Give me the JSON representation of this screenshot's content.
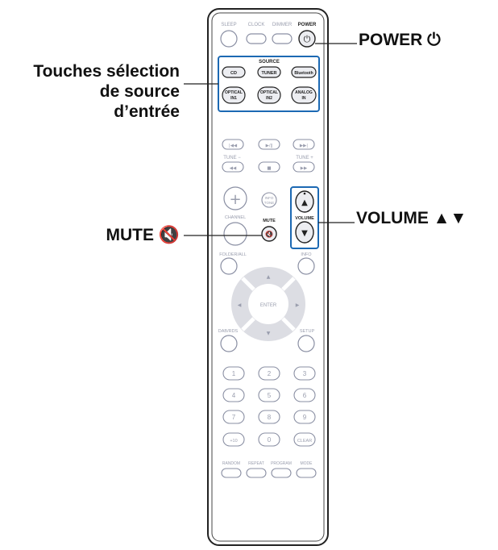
{
  "callouts": {
    "source_line1": "Touches sélection",
    "source_line2": "de source",
    "source_line3": "d’entrée",
    "power": "POWER ⏻",
    "volume": "VOLUME ▲▼",
    "mute": "MUTE 🔇"
  },
  "remote": {
    "top_labels": [
      "SLEEP",
      "CLOCK",
      "DIMMER",
      "POWER"
    ],
    "power_symbol": "⏻",
    "source_header": "SOURCE",
    "source_row1": [
      "CD",
      "TUNER",
      "Bluetooth"
    ],
    "source_row2": [
      {
        "l1": "OPTICAL",
        "l2": "IN1"
      },
      {
        "l1": "OPTICAL",
        "l2": "IN2"
      },
      {
        "l1": "ANALOG",
        "l2": "IN"
      }
    ],
    "transport_row1": [
      "|◀◀",
      "▶/‖",
      "▶▶|"
    ],
    "tune_minus": "TUNE −",
    "tune_plus": "TUNE +",
    "transport_row2": [
      "◀◀",
      "■",
      "▶▶"
    ],
    "plus_sign": "+",
    "info_tone_l1": "INFO",
    "info_tone_l2": "TONE",
    "channel": "CHANNEL",
    "mute_label": "MUTE",
    "mute_symbol": "🔇",
    "volume_label": "VOLUME",
    "vol_up_symbol": "▲",
    "vol_down_symbol": "▼",
    "folder_all": "FOLDER/ALL",
    "info": "INFO",
    "enter": "ENTER",
    "dab_rds": "DAB/RDS",
    "setup": "SETUP",
    "arrow_up": "▲",
    "arrow_down": "▼",
    "arrow_left": "◀",
    "arrow_right": "▶",
    "keypad": [
      "1",
      "2",
      "3",
      "4",
      "5",
      "6",
      "7",
      "8",
      "9",
      "+10",
      "0",
      "CLEAR"
    ],
    "bottom_labels": [
      "RANDOM",
      "REPEAT",
      "PROGRAM",
      "MODE"
    ]
  },
  "colors": {
    "remote_outline": "#222222",
    "button_outline": "#8a8fa3",
    "highlight_fill": "#ecedf1",
    "accent": "#1c69b3",
    "label_gray": "#9a9eae",
    "pad_fill": "#dcdde3"
  }
}
